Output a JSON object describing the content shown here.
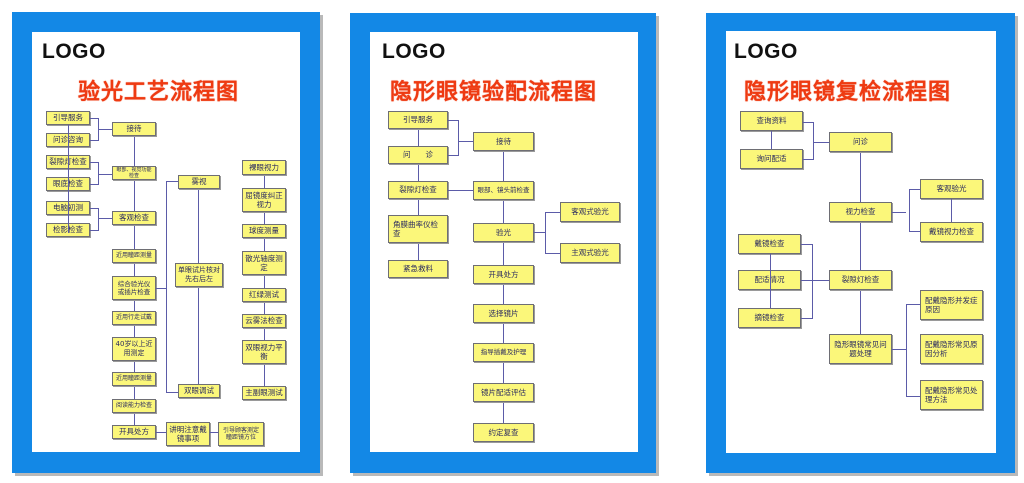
{
  "posters": [
    {
      "logo": "LOGO",
      "title": "验光工艺流程图",
      "boxes": {
        "b1": "引导服务",
        "b2": "问诊咨询",
        "b3": "裂隙灯检查",
        "b4": "眼底检查",
        "b5": "电脑初测",
        "b6": "检影检查",
        "c1": "接待",
        "c2": "眼部、视觉功能检查",
        "c3": "客观检查",
        "c4": "近用瞳距测量",
        "c5": "综合验光仪或插片检查",
        "c6": "近用行走试戴",
        "c7": "40岁以上近用测定",
        "c8": "近用瞳距测量",
        "c9": "阅读能力检查",
        "c10": "开具处方",
        "d1": "雾视",
        "d2": "单眼试片核对先右后左",
        "d3": "双眼调试",
        "e1": "裸眼视力",
        "e2": "屈镜度纠正视力",
        "e3": "球度测量",
        "e4": "散光轴度测定",
        "e5": "红绿测试",
        "e6": "云雾法检查",
        "e7": "双眼视力平衡",
        "e8": "主副眼测试",
        "f1": "讲明注意戴镜事项",
        "f2": "引导顾客测定瞳距镜方位"
      }
    },
    {
      "logo": "LOGO",
      "title": "隐形眼镜验配流程图",
      "boxes": {
        "a1": "引导服务",
        "a2": "问　　诊",
        "a3": "裂隙灯检查",
        "a4": "角膜曲率仪检查",
        "a5": "紧急救料",
        "b1": "接待",
        "b2": "眼部、镜头前检查",
        "b3": "验光",
        "b4": "开具处方",
        "b5": "选择镜片",
        "b6": "指导插戴及护理",
        "b7": "镜片配适评估",
        "b8": "约定复查",
        "c1": "客观式验光",
        "c2": "主观式验光"
      }
    },
    {
      "logo": "LOGO",
      "title": "隐形眼镜复检流程图",
      "boxes": {
        "a1": "查询资料",
        "a2": "询问配适",
        "a3": "戴镜检查",
        "a4": "配适情况",
        "a5": "摘镜检查",
        "b1": "问诊",
        "b2": "视力检查",
        "b3": "裂隙灯检查",
        "b4": "隐形眼镜常见问题处理",
        "c1": "客观验光",
        "c2": "戴镜视力检查",
        "c3": "配戴隐形并发症原因",
        "c4": "配戴隐形常见原因分析",
        "c5": "配戴隐形常见处理方法"
      }
    }
  ],
  "colors": {
    "frame_blue": "#1388e6",
    "title_red": "#ee3a12",
    "box_yellow": "#fbf77a",
    "connector": "#5b5ba8"
  }
}
